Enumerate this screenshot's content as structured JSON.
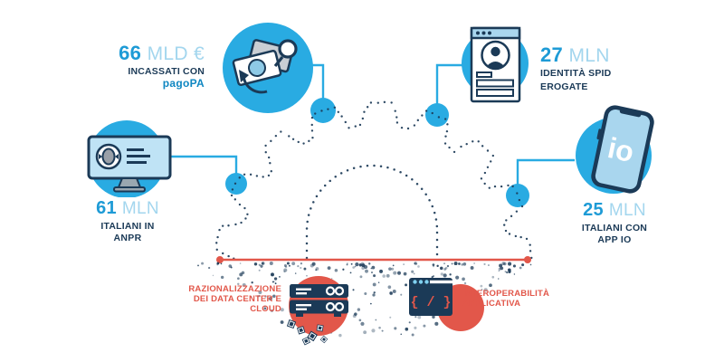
{
  "colors": {
    "accent_blue": "#29abe2",
    "navy": "#1b3a57",
    "number_blue": "#1e9bd6",
    "unit_light_blue": "#a3d6ee",
    "brand_blue": "#0e86c1",
    "red": "#e2574a",
    "screen_light_blue": "#bfe3f5"
  },
  "stats": {
    "pagopa": {
      "value": "66",
      "unit": "MLD €",
      "line1": "INCASSATI CON",
      "line2": "pagoPA"
    },
    "spid": {
      "value": "27",
      "unit": "MLN",
      "line1_a": "IDENTITÀ ",
      "line1_b": "SPID",
      "line2": "EROGATE"
    },
    "anpr": {
      "value": "61",
      "unit": "MLN",
      "line1": "ITALIANI IN",
      "line2": "ANPR"
    },
    "appio": {
      "value": "25",
      "unit": "MLN",
      "line1": "ITALIANI CON",
      "line2": "APP IO",
      "logo": "io"
    }
  },
  "ground": {
    "left_label": {
      "line1": "RAZIONALIZZAZIONE",
      "line2": "DEI DATA CENTER E CLOUD"
    },
    "right_label": {
      "line1": "INTEROPERABILITÀ",
      "line2": "APPLICATIVA"
    },
    "code_glyph": "{ / }"
  },
  "icons": {
    "pagopa": "money-payment-icon",
    "spid": "identity-card-icon",
    "anpr": "registry-monitor-icon",
    "appio": "smartphone-icon",
    "datacenter": "server-stack-icon",
    "interoperability": "code-window-icon"
  }
}
